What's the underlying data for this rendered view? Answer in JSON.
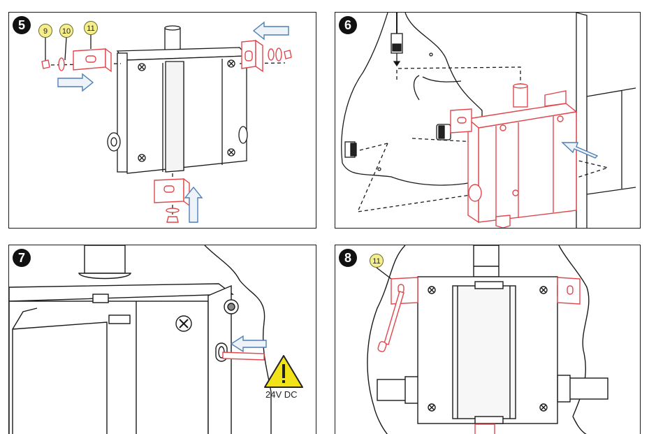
{
  "steps": [
    {
      "number": "5",
      "callouts": [
        "9",
        "10",
        "11"
      ]
    },
    {
      "number": "6"
    },
    {
      "number": "7",
      "warning_label": "24V DC"
    },
    {
      "number": "8",
      "callouts": [
        "11"
      ]
    }
  ],
  "colors": {
    "line": "#1a1a1a",
    "highlight": "#e0474c",
    "arrow": "#4f7fb5",
    "callout_fill": "#f4ee8c",
    "warning_fill": "#f2e21a"
  }
}
